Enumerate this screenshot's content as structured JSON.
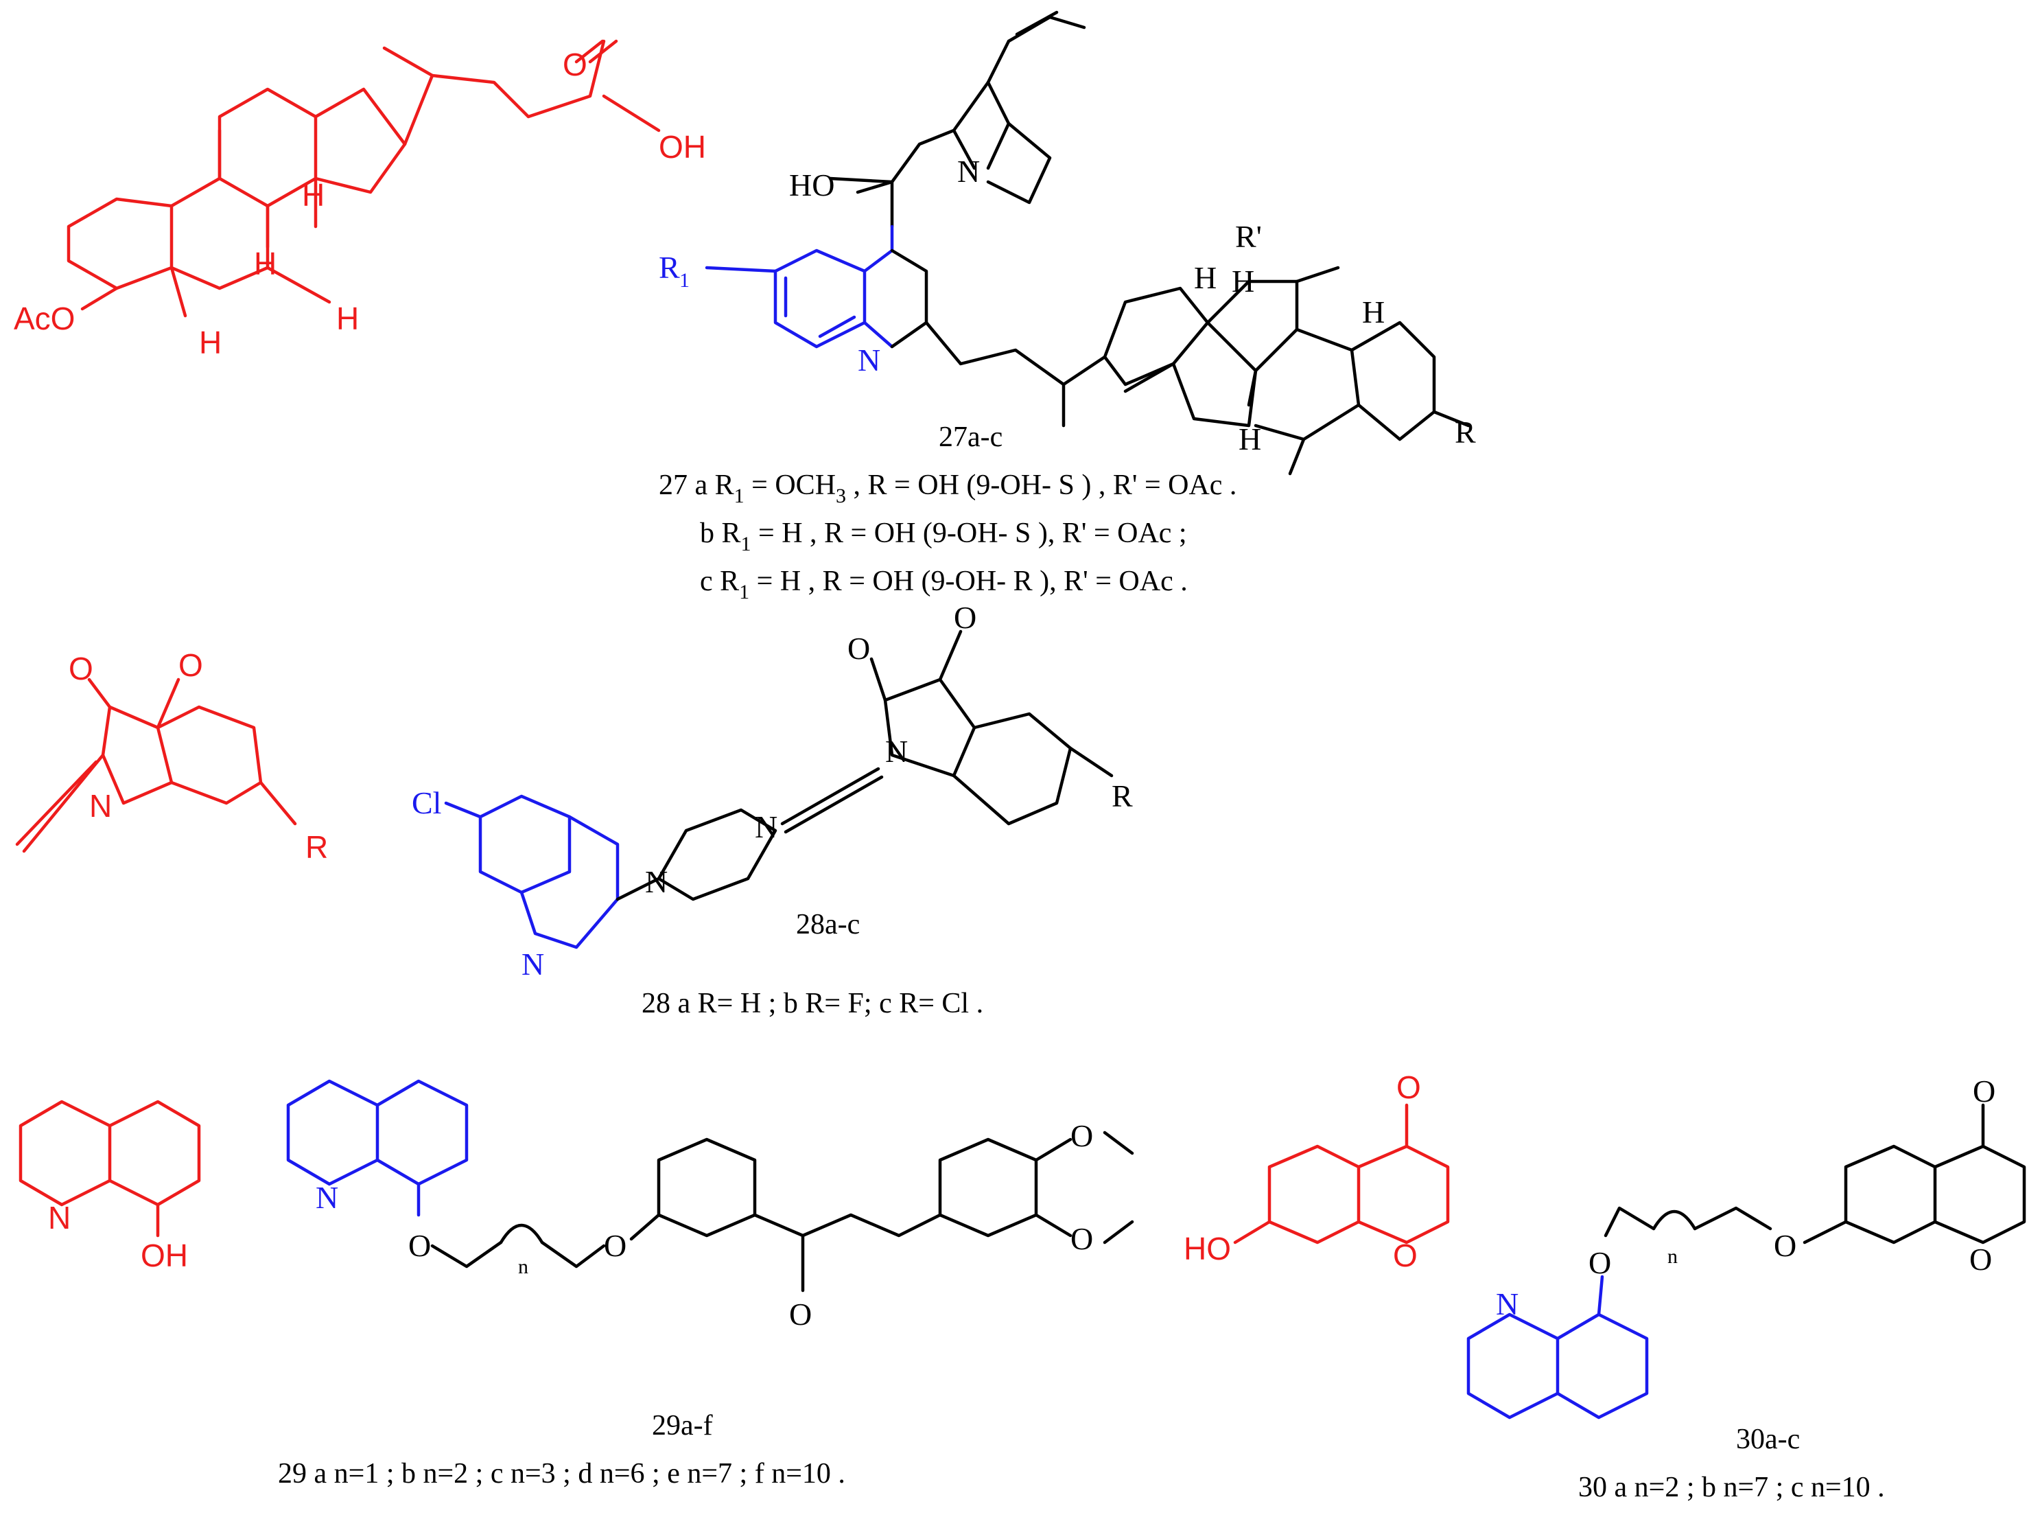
{
  "figure": {
    "label_27": "27a-c",
    "caption_27a": "27 a R",
    "caption_27a_sub": "1",
    "caption_27a_rest": " = OCH",
    "caption_27a_sub3": "3",
    "caption_27a_tail": " , R = OH (9-OH- S ) , R' = OAc .",
    "caption_27b": "b  R",
    "caption_27b_sub": "1",
    "caption_27b_tail": " = H , R = OH (9-OH- S ), R' = OAc ;",
    "caption_27c": "c R",
    "caption_27c_sub": "1",
    "caption_27c_tail": " = H , R = OH (9-OH- R ), R' = OAc .",
    "label_28": "28a-c",
    "caption_28": "28 a R= H ; b R= F; c R= Cl  .",
    "label_29": "29a-f",
    "caption_29": "29 a n=1 ; b n=2 ; c n=3 ; d n=6 ; e n=7 ; f n=10 .",
    "label_30": "30a-c",
    "caption_30": "30 a n=2 ; b n=7 ; c n=10 ."
  },
  "atoms": {
    "OH": "OH",
    "O": "O",
    "AcO": "AcO",
    "H": "H",
    "N": "N",
    "HO": "HO",
    "R": "R",
    "R1": "R",
    "R1_sub": "1",
    "Rprime": "R'",
    "Cl": "Cl",
    "n": "n"
  },
  "colors": {
    "fragment": "#ee1c1c",
    "quinoline": "#1a1aee",
    "linker": "#000000"
  }
}
